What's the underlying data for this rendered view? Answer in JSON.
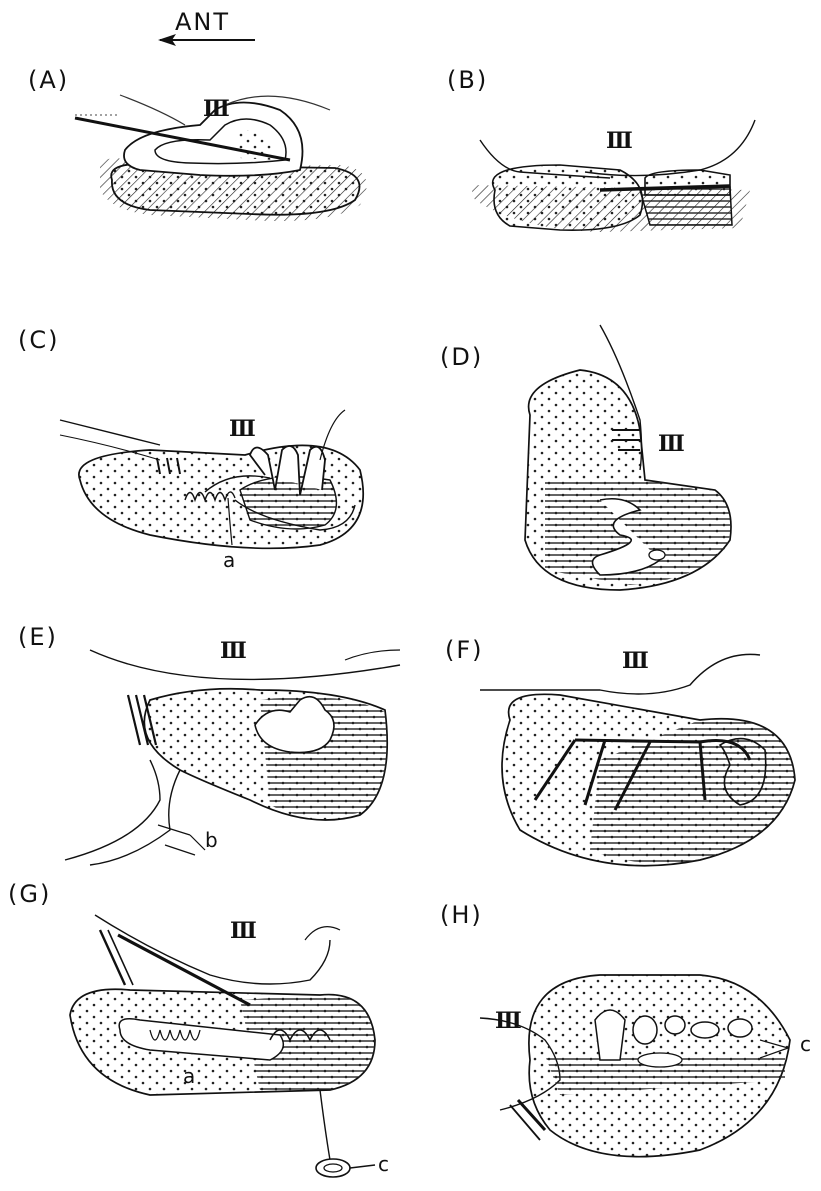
{
  "orientation": {
    "label": "ANT"
  },
  "panels": [
    {
      "id": "A",
      "label": "(A)",
      "ventricle": "Ⅲ"
    },
    {
      "id": "B",
      "label": "(B)",
      "ventricle": "Ⅲ"
    },
    {
      "id": "C",
      "label": "(C)",
      "ventricle": "Ⅲ",
      "annotation": "a"
    },
    {
      "id": "D",
      "label": "(D)",
      "ventricle": "Ⅲ"
    },
    {
      "id": "E",
      "label": "(E)",
      "ventricle": "Ⅲ",
      "annotation": "b"
    },
    {
      "id": "F",
      "label": "(F)",
      "ventricle": "Ⅲ"
    },
    {
      "id": "G",
      "label": "(G)",
      "ventricle": "Ⅲ",
      "annotation": "a",
      "annotation2": "c"
    },
    {
      "id": "H",
      "label": "(H)",
      "ventricle": "Ⅲ",
      "annotation": "c"
    }
  ],
  "colors": {
    "ink": "#111111",
    "background": "#ffffff"
  }
}
